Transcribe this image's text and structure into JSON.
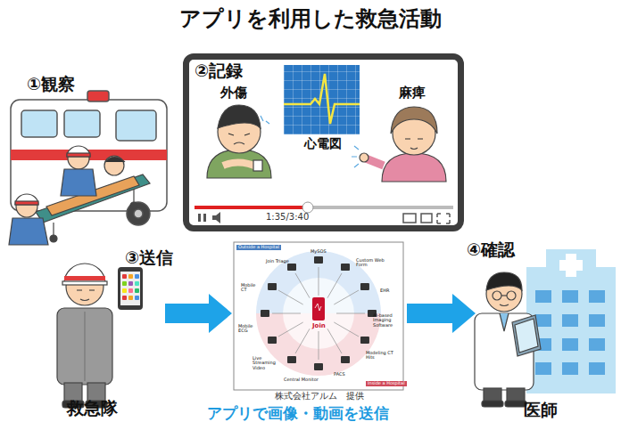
{
  "diagram": {
    "title": "アプリを利用した救急活動",
    "nodes": [
      {
        "text": [
          "②記録"
        ]
      },
      {
        "text": [
          "心電図"
        ],
        "in": 0
      },
      {
        "text": [
          "③送信",
          "救急隊"
        ]
      },
      {
        "text": [
          "株式会社アルム　提供"
        ]
      },
      {
        "text": [
          "④確認",
          "医師"
        ]
      }
    ],
    "edges": [
      {
        "from": 2,
        "to": 3,
        "arrow": "to"
      },
      {
        "from": 3,
        "to": 4,
        "arrow": "to"
      }
    ],
    "labels": [
      "①観察",
      "外傷",
      "麻痺",
      "1:35/3:40",
      "アプリで画像・動画を送信",
      "Outside a Hospital",
      "MySOS",
      "Join Triage",
      "Custom Web Form",
      "EHR",
      "Mobile CT",
      "AI-based Imaging Software",
      "Mobile ECG",
      "Join",
      "Live Streaming Video",
      "Modeling CT Hits",
      "Central Monitor",
      "PACS",
      "Inside a Hospital"
    ]
  }
}
